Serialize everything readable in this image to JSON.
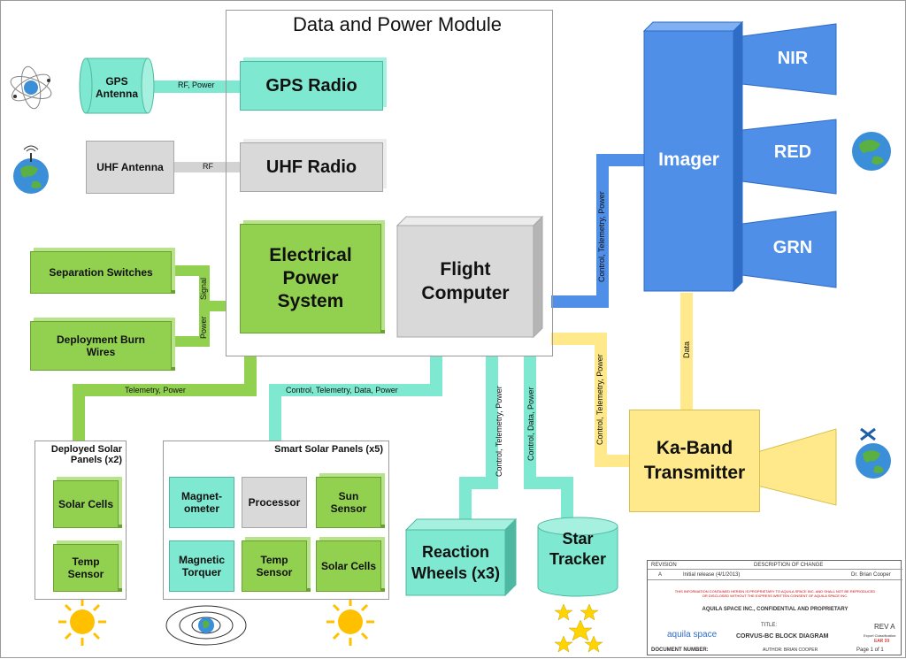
{
  "module_title": "Data and Power Module",
  "blocks": {
    "gps_antenna": "GPS\nAntenna",
    "gps_radio": "GPS Radio",
    "uhf_antenna": "UHF Antenna",
    "uhf_radio": "UHF Radio",
    "eps": "Electrical\nPower\nSystem",
    "flight_computer": "Flight\nComputer",
    "separation_switches": "Separation Switches",
    "deployment_burn_wires": "Deployment Burn\nWires",
    "imager": "Imager",
    "nir": "NIR",
    "red": "RED",
    "grn": "GRN",
    "ka_band": "Ka-Band\nTransmitter",
    "reaction_wheels": "Reaction\nWheels (x3)",
    "star_tracker": "Star\nTracker"
  },
  "links": {
    "rf_power": "RF, Power",
    "rf": "RF",
    "signal": "Signal",
    "power": "Power",
    "telemetry_power": "Telemetry, Power",
    "control_telemetry_data_power": "Control, Telemetry, Data, Power",
    "control_telemetry_power_imager": "Control, Telemetry, Power",
    "data": "Data",
    "control_telemetry_power_ka": "Control, Telemetry, Power",
    "control_telemetry_power_rw": "Control, Telemetry, Power",
    "control_data_power": "Control, Data, Power"
  },
  "deployed_panels": {
    "title": "Deployed Solar\nPanels (x2)",
    "solar_cells": "Solar Cells",
    "temp_sensor": "Temp\nSensor"
  },
  "smart_panels": {
    "title": "Smart Solar Panels (x5)",
    "magnetometer": "Magnet-\nometer",
    "processor": "Processor",
    "sun_sensor": "Sun\nSensor",
    "magnetic_torquer": "Magnetic\nTorquer",
    "temp_sensor": "Temp\nSensor",
    "solar_cells": "Solar Cells"
  },
  "title_block": {
    "revision_header": "REVISION",
    "description_header": "DESCRIPTION OF CHANGE",
    "rev_row": "A",
    "rev_desc": "Initial release (4/1/2013)",
    "rev_author": "Dr. Brian Cooper",
    "notice": "THIS INFORMATION CONTAINED HEREIN IS PROPRIETARY TO AQUILA SPACE INC. AND SHALL NOT BE REPRODUCED OR DISCLOSED WITHOUT THE EXPRESS WRITTEN CONSENT OF AQUILA SPACE INC.",
    "confidential": "AQUILA SPACE INC., CONFIDENTIAL AND PROPRIETARY",
    "title_label": "TITLE:",
    "title": "CORVUS-BC BLOCK DIAGRAM",
    "rev": "REV A",
    "export_label": "Export Classification:",
    "export_value": "EAR 99",
    "doc_number_label": "DOCUMENT NUMBER:",
    "author": "AUTHOR: BRIAN COOPER",
    "page": "Page 1 of 1",
    "logo_text": "aquila space"
  },
  "colors": {
    "green": "#92d050",
    "teal": "#7fe8d0",
    "gray": "#d9d9d9",
    "blue": "#4f8fe8",
    "yellow": "#ffe98a"
  }
}
